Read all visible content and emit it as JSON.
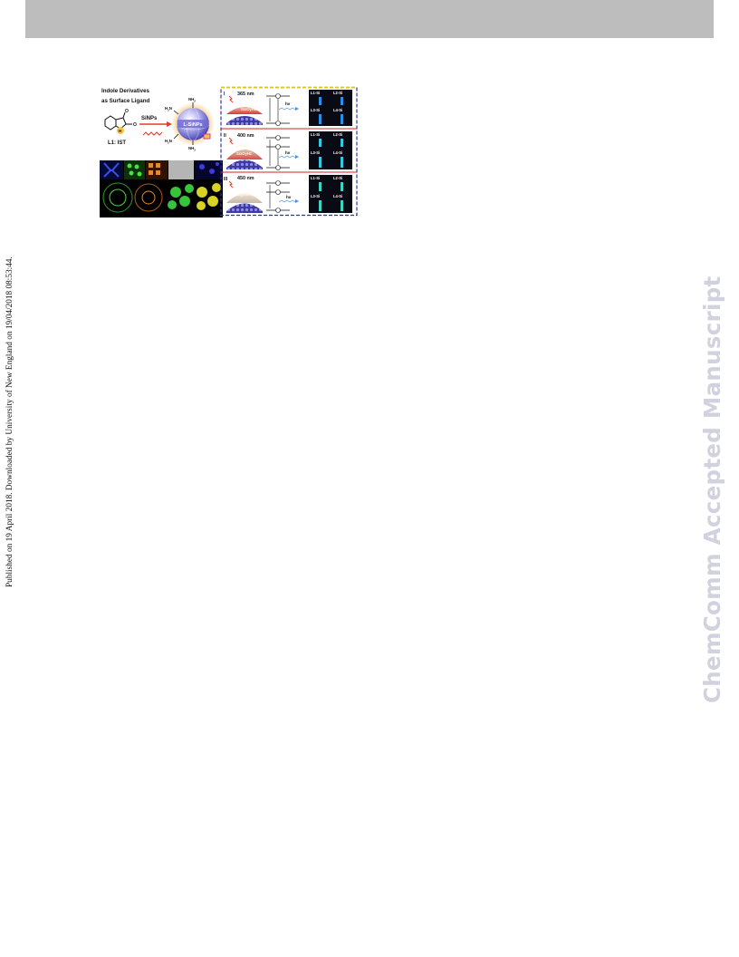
{
  "header": {
    "color": "#bdbdbd"
  },
  "side_note": "Published on 19 April 2018. Downloaded by University of New England on 19/04/2018 08:53:44.",
  "watermark": "ChemComm Accepted Manuscript",
  "figure": {
    "title_line1": "Indole Derivatives",
    "title_line2": "as Surface Ligand",
    "reagent_label": "SiNPs",
    "ligand_label": "L1: IST",
    "particle_label": "L-SiNPs",
    "groups": {
      "nh2": "NH",
      "h2n": "H",
      "n": "N",
      "sub2": "2"
    },
    "pathways": [
      {
        "roman": "I",
        "wavelength": "365 nm",
        "layer": "SixOyHz",
        "hv": "hv",
        "border": "#e3c21a"
      },
      {
        "roman": "II",
        "wavelength": "400 nm",
        "layer": "SixOyHz",
        "ligand": "Ligand",
        "hv": "hv",
        "border": "#d62020"
      },
      {
        "roman": "III",
        "wavelength": "450 nm",
        "ligand": "Ligand",
        "hv": "hv",
        "border": "#2b35a8"
      }
    ],
    "vial_labels": [
      "L1-Si",
      "L2-Si",
      "L3-Si",
      "L4-Si"
    ],
    "vial_colors": [
      "#2a8fe8",
      "#35c8e0",
      "#3ad6c2"
    ]
  }
}
